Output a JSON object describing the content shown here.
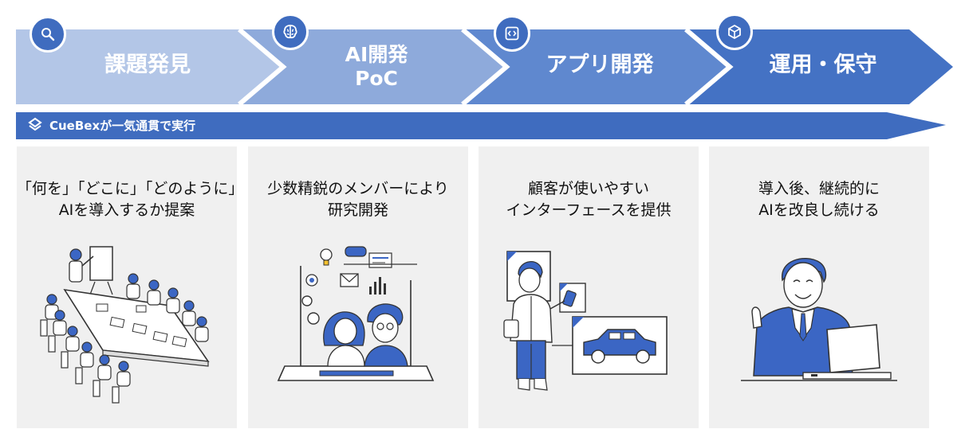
{
  "colors": {
    "step1": "#b3c6e7",
    "step2": "#8eaadb",
    "step3": "#5f88cf",
    "step4": "#4472c4",
    "banner": "#3f6cbf",
    "badge": "#3f6cbf",
    "card_bg": "#f0f0f0",
    "illus_blue": "#3b66c4"
  },
  "steps": [
    {
      "lines": [
        "課題発見"
      ],
      "icon": "search-icon"
    },
    {
      "lines": [
        "AI開発",
        "PoC"
      ],
      "icon": "brain-icon"
    },
    {
      "lines": [
        "アプリ開発"
      ],
      "icon": "code-window-icon"
    },
    {
      "lines": [
        "運用・保守"
      ],
      "icon": "cube-icon"
    }
  ],
  "banner": {
    "logo_icon": "cuebex-logo-icon",
    "text": "CueBexが一気通貫で実行"
  },
  "cards": [
    {
      "lines": [
        "「何を」「どこに」「どのように」",
        "AIを導入するか提案"
      ],
      "illustration": "meeting-illustration"
    },
    {
      "lines": [
        "少数精鋭のメンバーにより",
        "研究開発"
      ],
      "illustration": "research-illustration"
    },
    {
      "lines": [
        "顧客が使いやすい",
        "インターフェースを提供"
      ],
      "illustration": "app-user-illustration"
    },
    {
      "lines": [
        "導入後、継続的に",
        "AIを改良し続ける"
      ],
      "illustration": "support-staff-illustration"
    }
  ]
}
